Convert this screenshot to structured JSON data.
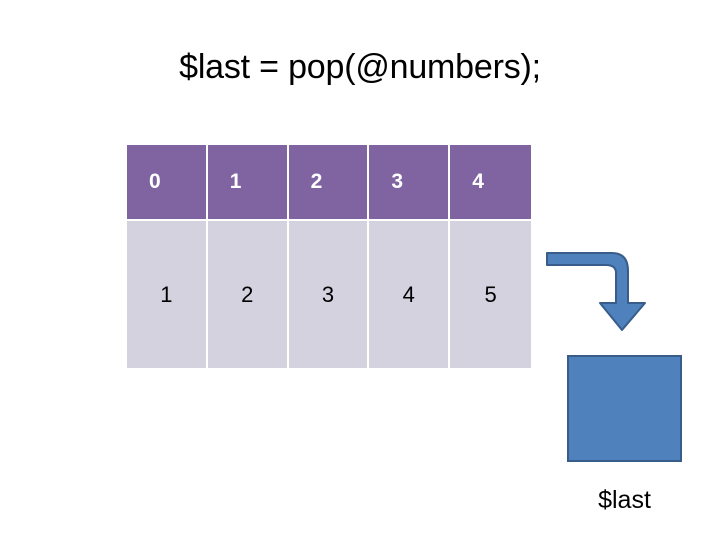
{
  "slide": {
    "title": "$last = pop(@numbers);",
    "background_color": "#FFFFFF"
  },
  "array_table": {
    "name": "numbers-array",
    "index_header_color": "#8064A2",
    "value_row_color": "#D5D2E0",
    "separator_color": "#FFFFFF",
    "index_text_color": "#FFFFFF",
    "value_text_color": "#000000",
    "columns": [
      {
        "index": "0",
        "value": "1"
      },
      {
        "index": "1",
        "value": "2"
      },
      {
        "index": "2",
        "value": "3"
      },
      {
        "index": "3",
        "value": "4"
      },
      {
        "index": "4",
        "value": "5"
      }
    ]
  },
  "arrow": {
    "name": "elbow-arrow-down",
    "fill_color": "#4F81BD",
    "stroke_color": "#385D8A",
    "direction": "right-then-down"
  },
  "variable_box": {
    "name": "last-variable-box",
    "fill_color": "#4F81BD",
    "stroke_color": "#385D8A",
    "label": "$last"
  }
}
